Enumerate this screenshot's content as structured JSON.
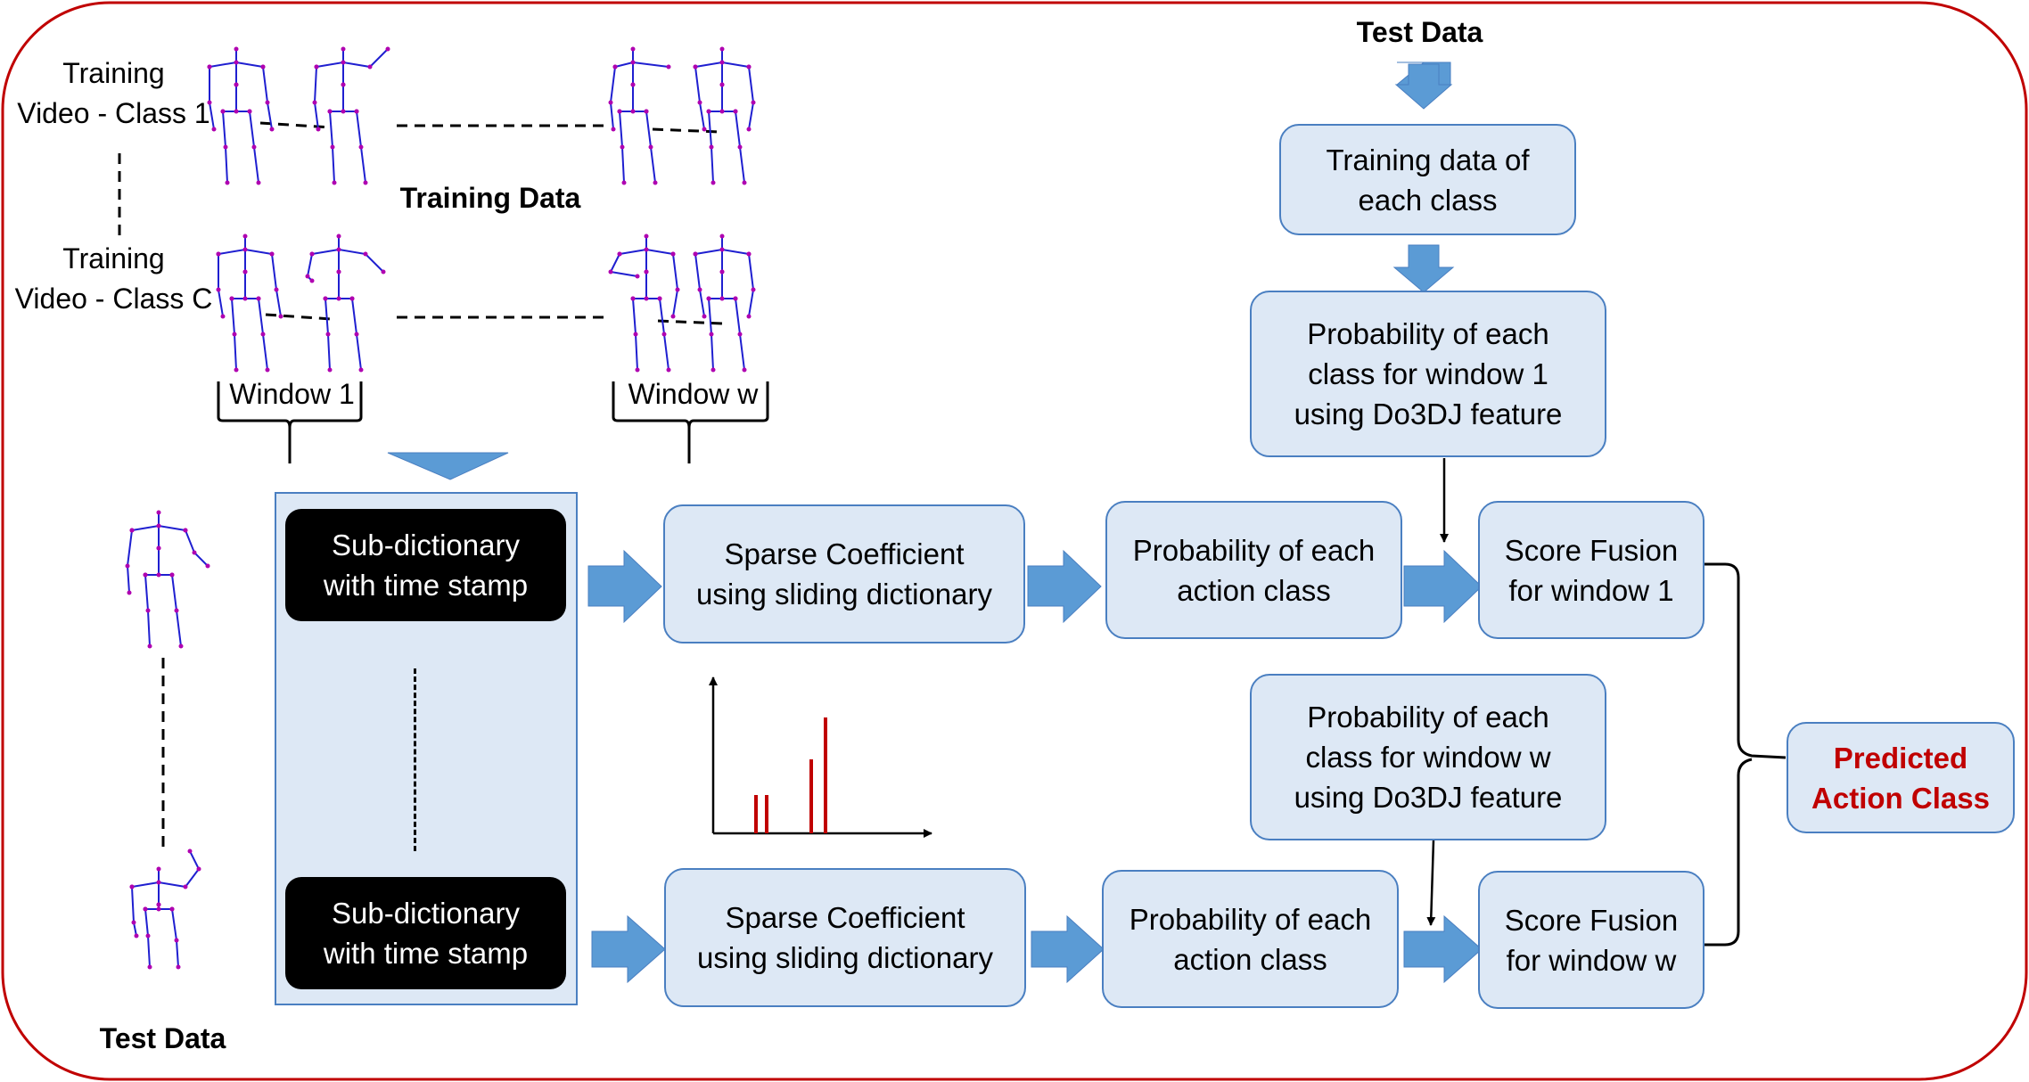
{
  "colors": {
    "frame": "#c00000",
    "box_fill": "#dde8f5",
    "box_border": "#4a7fc1",
    "arrow": "#5b9bd5",
    "skeleton_bone": "#1f1fd0",
    "skeleton_joint": "#b000b0",
    "spike": "#c00000",
    "predicted_text": "#c00000"
  },
  "labels": {
    "training_video_class1": "Training\nVideo - Class 1",
    "training_video_classC": "Training\nVideo - Class C",
    "training_data": "Training Data",
    "window_1": "Window 1",
    "window_w": "Window w",
    "test_data_left": "Test Data",
    "test_data_top": "Test Data"
  },
  "boxes": {
    "subdict_top": "Sub-dictionary\nwith time stamp",
    "subdict_bottom": "Sub-dictionary\nwith time stamp",
    "sparse_top": "Sparse Coefficient\nusing sliding dictionary",
    "sparse_bottom": "Sparse Coefficient\nusing sliding dictionary",
    "prob_action_top": "Probability of each\naction class",
    "prob_action_bottom": "Probability of each\naction class",
    "training_each_class": "Training data of\neach class",
    "prob_window1": "Probability of each\nclass for window 1\nusing Do3DJ feature",
    "prob_windoww": "Probability of each\nclass for window w\nusing Do3DJ feature",
    "fusion_window1": "Score Fusion\nfor window 1",
    "fusion_windoww": "Score Fusion\nfor window w",
    "predicted": "Predicted\nAction Class"
  },
  "icons": [
    "skeleton-icon",
    "block-arrow-icon",
    "spike-plot-icon",
    "brace-icon"
  ]
}
